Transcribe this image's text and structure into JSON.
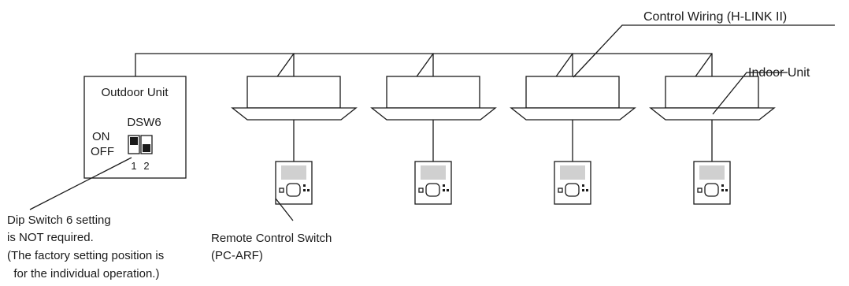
{
  "labels": {
    "control_wiring": "Control Wiring (H-LINK II)",
    "indoor_unit": "Indoor Unit",
    "outdoor_unit": "Outdoor Unit",
    "dip_switch_name": "DSW6",
    "on_label": "ON",
    "off_label": "OFF",
    "pin_1": "1",
    "pin_2": "2",
    "dip_note": [
      "Dip Switch 6 setting",
      "is NOT required.",
      "(The factory setting position is",
      "  for the individual operation.)"
    ],
    "remote_switch": [
      "Remote Control Switch",
      "(PC-ARF)"
    ]
  },
  "colors": {
    "line": "#1a1a1a",
    "screen": "#d0d0d0"
  }
}
